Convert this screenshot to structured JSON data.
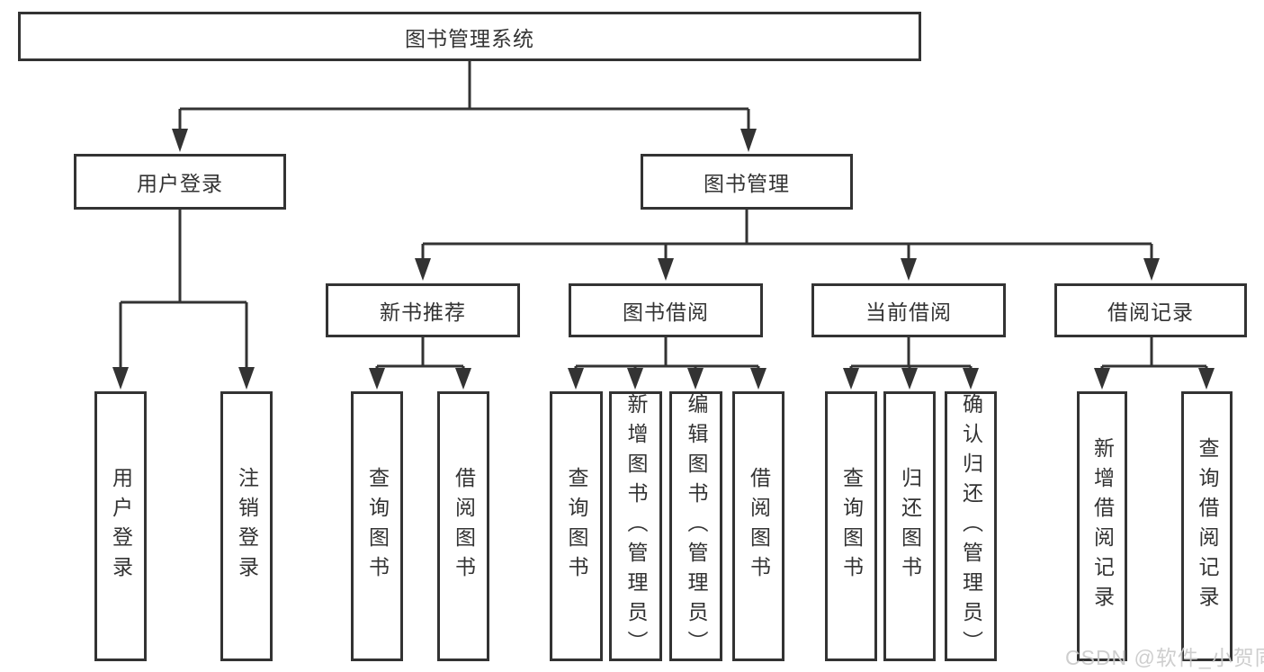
{
  "diagram": {
    "type": "tree-functional-decomposition",
    "root": {
      "label": "图书管理系统",
      "children": [
        {
          "label": "用户登录",
          "children": [
            {
              "label": "用户登录"
            },
            {
              "label": "注销登录"
            }
          ]
        },
        {
          "label": "图书管理",
          "children": [
            {
              "label": "新书推荐",
              "children": [
                {
                  "label": "查询图书"
                },
                {
                  "label": "借阅图书"
                }
              ]
            },
            {
              "label": "图书借阅",
              "children": [
                {
                  "label": "查询图书"
                },
                {
                  "label": "新增图书（管理员）"
                },
                {
                  "label": "编辑图书（管理员）"
                },
                {
                  "label": "借阅图书"
                }
              ]
            },
            {
              "label": "当前借阅",
              "children": [
                {
                  "label": "查询图书"
                },
                {
                  "label": "归还图书"
                },
                {
                  "label": "确认归还（管理员）"
                }
              ]
            },
            {
              "label": "借阅记录",
              "children": [
                {
                  "label": "新增借阅记录"
                },
                {
                  "label": "查询借阅记录"
                }
              ]
            }
          ]
        }
      ]
    }
  },
  "watermark": {
    "text": "CSDN @软件_小贺同学",
    "color": "#c9c9c9"
  },
  "colors": {
    "background": "#ffffff",
    "box_border": "#333333",
    "box_fill": "#ffffff",
    "text": "#333333",
    "connector": "#333333"
  }
}
